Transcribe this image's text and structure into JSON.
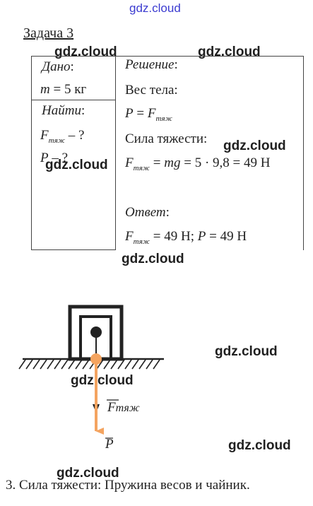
{
  "watermark": "gdz.cloud",
  "task_title": "Задача 3",
  "given": {
    "heading": "Дано",
    "colon": ":",
    "mass_var": "m",
    "mass_eq": " = 5 кг"
  },
  "find": {
    "heading": "Найти",
    "colon": ":",
    "f_var": "F",
    "f_sub": "тяж",
    "f_rest": " – ?",
    "p_var": "P",
    "p_rest": " – ?"
  },
  "solution": {
    "heading": "Решение",
    "colon": ":",
    "weight_label": "Вес тела:",
    "eq1_lhs": "P",
    "eq1_mid": " = ",
    "eq1_f": "F",
    "eq1_sub": "тяж",
    "gravity_label": "Сила тяжести:",
    "eq2_f": "F",
    "eq2_sub": "тяж",
    "eq2_mid": " = ",
    "eq2_mg": "mg",
    "eq2_rest": " = 5 · 9,8 = 49 Н"
  },
  "answer": {
    "heading": "Ответ",
    "colon": ":",
    "f": "F",
    "f_sub": "тяж",
    "f_val": " = 49 Н; ",
    "p": "P",
    "p_val": " = 49 Н"
  },
  "diagram": {
    "force_symbol": "F",
    "force_sub": "тяж",
    "weight_symbol": "P",
    "arrow_color": "#f4a460",
    "line_color": "#222222"
  },
  "item3_text": "3. Сила тяжести: Пружина весов и чайник."
}
